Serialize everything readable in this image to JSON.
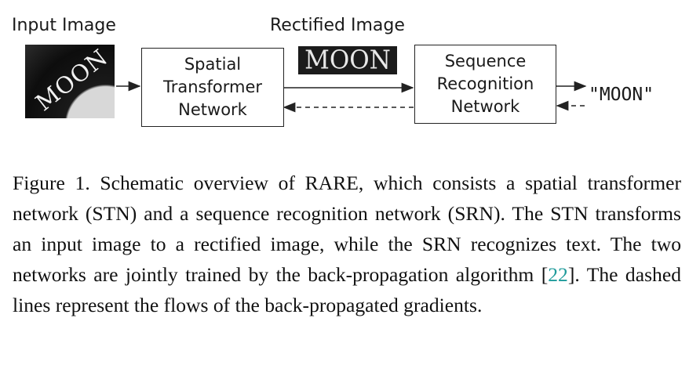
{
  "figure": {
    "input_image_label": "Input Image",
    "rectified_image_label": "Rectified Image",
    "input_word": "MOON",
    "rectified_word": "MOON",
    "stn_box": [
      "Spatial",
      "Transformer",
      "Network"
    ],
    "srn_box": [
      "Sequence",
      "Recognition",
      "Network"
    ],
    "output_text": "\"MOON\""
  },
  "caption": {
    "text_before_cite": "Figure 1. Schematic overview of RARE, which consists a spatial transformer network (STN) and a sequence recognition network (SRN). The STN transforms an input image to a rectified image, while the SRN recognizes text. The two networks are jointly trained by the back-propagation algorithm [",
    "cite": "22",
    "text_after_cite": "]. The dashed lines represent the flows of the back-propagated gradients."
  },
  "colors": {
    "ink": "#222222",
    "cite": "#1f9b9b"
  }
}
